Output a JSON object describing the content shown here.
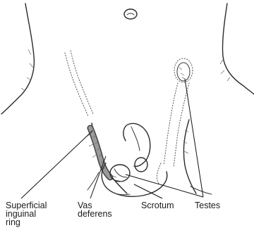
{
  "labels": {
    "superficial_inguinal_ring": "Superficial\ninguinal\nring",
    "vas_deferens": "Vas\ndeferens",
    "scrotum": "Scrotum",
    "testes": "Testes"
  }
}
